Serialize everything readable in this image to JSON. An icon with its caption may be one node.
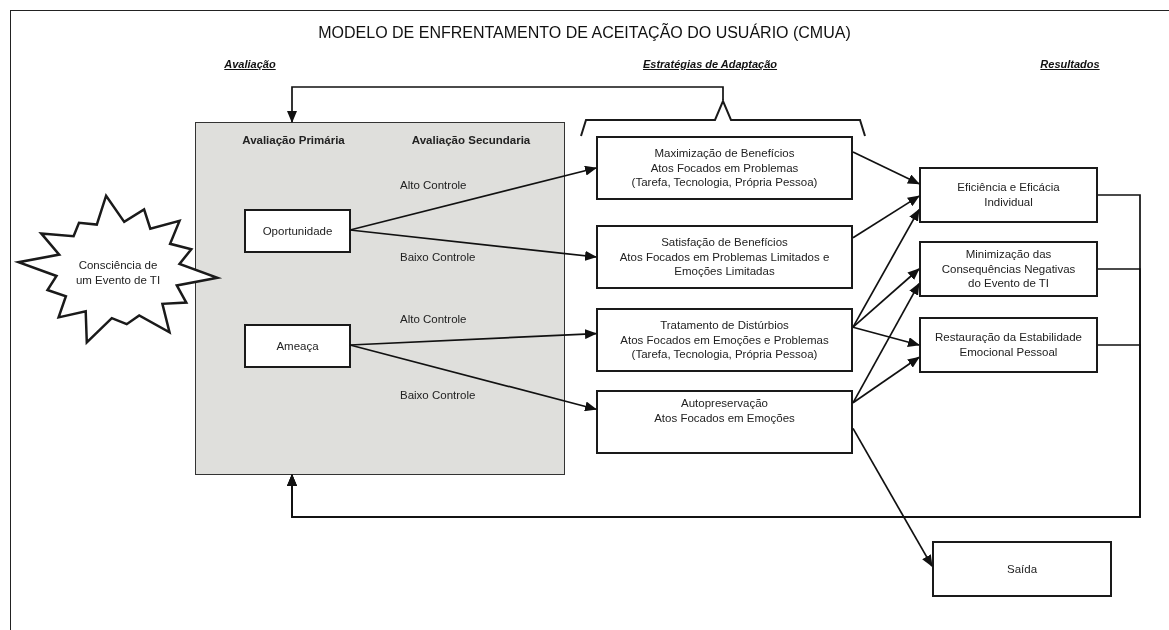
{
  "diagram": {
    "title": "MODELO DE ENFRENTAMENTO DE ACEITAÇÃO DO USUÁRIO (CMUA)",
    "nodes": [
      {
        "text": [
          "Avaliação Primária",
          "Avaliação Secundaria"
        ]
      },
      {
        "text": [
          "Consciência de um Evento de TI"
        ]
      },
      {
        "text": [
          "Oportunidade"
        ],
        "in": 0
      },
      {
        "text": [
          "Ameaça"
        ],
        "in": 0
      },
      {
        "text": [],
        "shape": "brace"
      },
      {
        "text": [
          "Maximização de Benefícios",
          "Atos Focados em Problemas",
          "(Tarefa, Tecnologia, Própria Pessoa)"
        ]
      },
      {
        "text": [
          "Satisfação de Benefícios",
          "Atos Focados em Problemas Limitados e Emoções Limitadas"
        ]
      },
      {
        "text": [
          "Tratamento de Distúrbios",
          "Atos Focados em Emoções e Problemas",
          "(Tarefa, Tecnologia, Própria Pessoa)"
        ]
      },
      {
        "text": [
          "Autopreservação",
          "Atos Focados em Emoções"
        ]
      },
      {
        "text": [
          "Eficiência e Eficácia Individual"
        ]
      },
      {
        "text": [
          "Minimização das Consequências Negativas do Evento de TI"
        ]
      },
      {
        "text": [
          "Restauração da Estabilidade Emocional Pessoal"
        ]
      },
      {
        "text": [
          "Saída"
        ]
      }
    ],
    "edges": [
      {
        "from": 2,
        "to": 5,
        "arrow": "to",
        "label": "Alto Controle"
      },
      {
        "from": 2,
        "to": 6,
        "arrow": "to",
        "label": "Baixo Controle"
      },
      {
        "from": 3,
        "to": 7,
        "arrow": "to",
        "label": "Alto Controle"
      },
      {
        "from": 3,
        "to": 8,
        "arrow": "to",
        "label": "Baixo Controle"
      },
      {
        "from": 5,
        "to": 9,
        "arrow": "to"
      },
      {
        "from": 6,
        "to": 9,
        "arrow": "to"
      },
      {
        "from": 7,
        "to": 9,
        "arrow": "to"
      },
      {
        "from": 7,
        "to": 10,
        "arrow": "to"
      },
      {
        "from": 7,
        "to": 11,
        "arrow": "to"
      },
      {
        "from": 8,
        "to": 10,
        "arrow": "to"
      },
      {
        "from": 8,
        "to": 11,
        "arrow": "to"
      },
      {
        "from": 8,
        "to": 12,
        "arrow": "to"
      },
      {
        "from": 9,
        "to": 0,
        "arrow": "to"
      },
      {
        "from": 10,
        "to": 0,
        "arrow": "to"
      },
      {
        "from": 11,
        "to": 0,
        "arrow": "to"
      },
      {
        "from": 4,
        "to": 0,
        "arrow": "to"
      }
    ],
    "labels": [
      "Avaliação",
      "Estratégias de Adaptação",
      "Resultados"
    ]
  }
}
